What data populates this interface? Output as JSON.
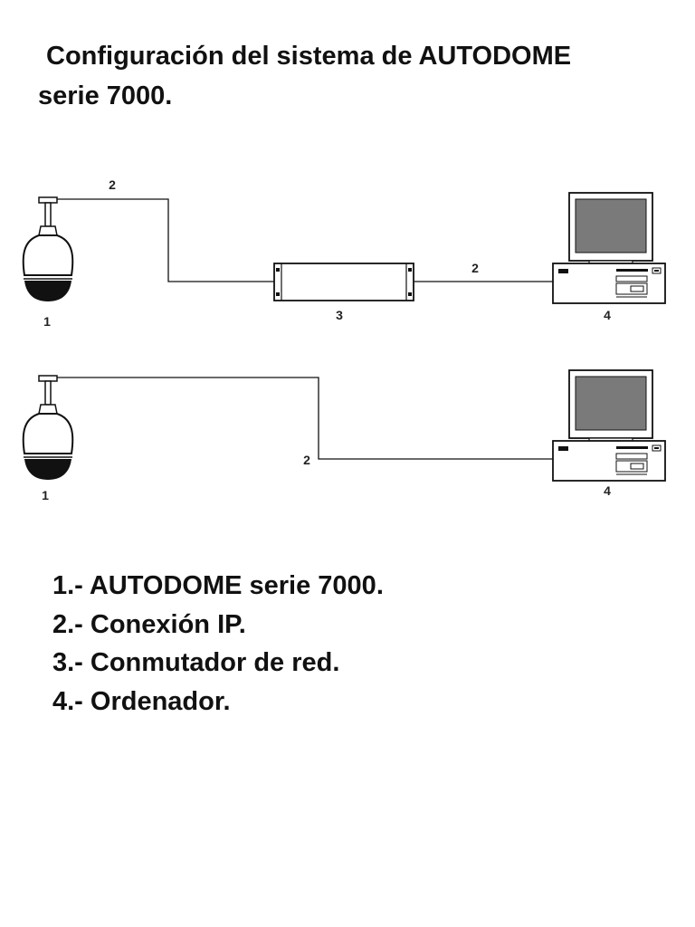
{
  "title": {
    "line1": "Configuración del sistema de AUTODOME",
    "line2": "serie 7000."
  },
  "diagram": {
    "labels": {
      "camera": "1",
      "ip_connection": "2",
      "switch": "3",
      "computer": "4"
    }
  },
  "legend": [
    "1.- AUTODOME serie 7000.",
    "2.- Conexión IP.",
    "3.- Conmutador de red.",
    "4.- Ordenador."
  ]
}
